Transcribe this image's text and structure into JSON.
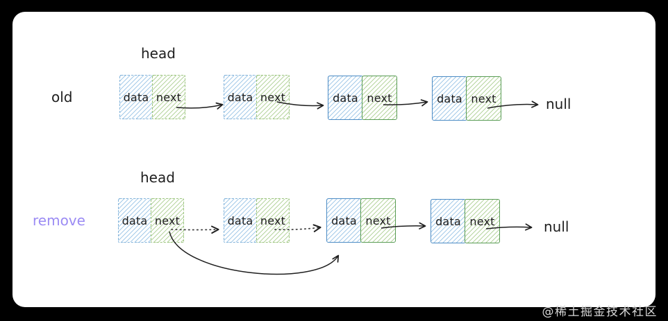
{
  "diagram": {
    "rows": [
      {
        "label": "old",
        "head_label": "head",
        "null_label": "null",
        "nodes": [
          {
            "data": "data",
            "next": "next",
            "style": "ghost"
          },
          {
            "data": "data",
            "next": "next",
            "style": "ghost"
          },
          {
            "data": "data",
            "next": "next",
            "style": "solid"
          },
          {
            "data": "data",
            "next": "next",
            "style": "solid"
          }
        ]
      },
      {
        "label": "remove",
        "head_label": "head",
        "null_label": "null",
        "nodes": [
          {
            "data": "data",
            "next": "next",
            "style": "ghost"
          },
          {
            "data": "data",
            "next": "next",
            "style": "ghost"
          },
          {
            "data": "data",
            "next": "next",
            "style": "solid"
          },
          {
            "data": "data",
            "next": "next",
            "style": "solid"
          }
        ]
      }
    ]
  },
  "colors": {
    "ink": "#1e1e1e",
    "remove_label": "#9b8bf4",
    "solid_blue_border": "#4b8bc4",
    "solid_green_border": "#579b53",
    "ghost_blue_border": "#82b3da",
    "ghost_green_border": "#9ac47c",
    "hatch_blue": "#a6cbe9",
    "hatch_green": "#b7d5a0",
    "canvas_bg": "#ffffff",
    "frame_bg": "#000000"
  },
  "watermark": {
    "text": "@稀土掘金技术社区"
  }
}
